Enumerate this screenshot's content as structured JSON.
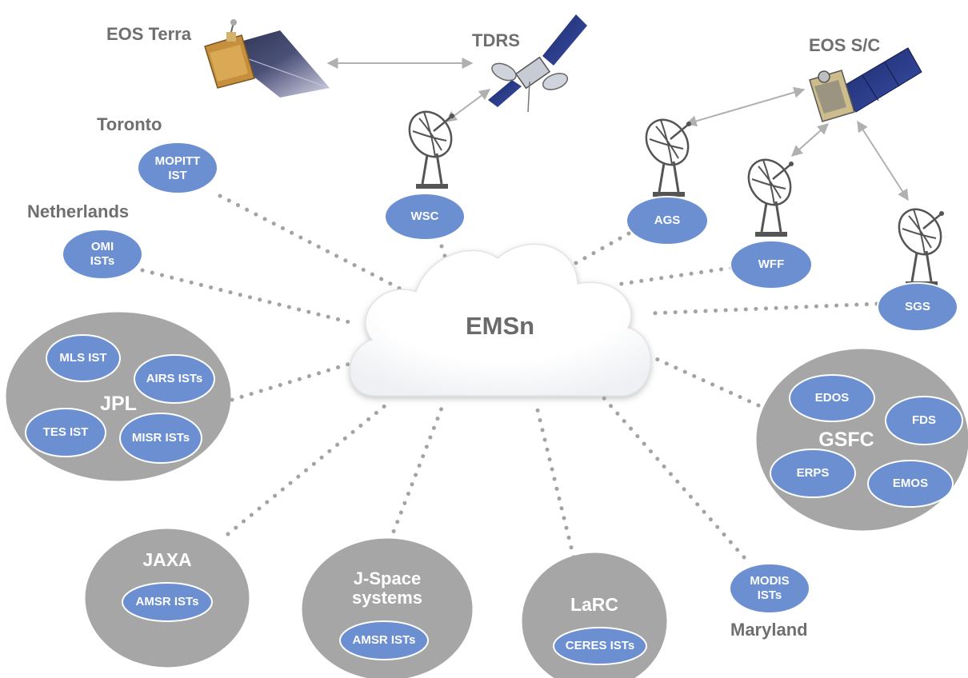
{
  "diagram": {
    "cloud_label": "EMSn",
    "spacecraft": {
      "eos_terra": "EOS Terra",
      "tdrs": "TDRS",
      "eos_sc": "EOS S/C"
    },
    "ground_stations": {
      "wsc": "WSC",
      "ags": "AGS",
      "wff": "WFF",
      "sgs": "SGS"
    },
    "toronto": {
      "site": "Toronto",
      "node": "MOPITT IST"
    },
    "netherlands": {
      "site": "Netherlands",
      "node": "OMI ISTs"
    },
    "jpl": {
      "site": "JPL",
      "mls": "MLS IST",
      "airs": "AIRS ISTs",
      "tes": "TES IST",
      "misr": "MISR ISTs"
    },
    "gsfc": {
      "site": "GSFC",
      "edos": "EDOS",
      "fds": "FDS",
      "erps": "ERPS",
      "emos": "EMOS"
    },
    "jaxa": {
      "site": "JAXA",
      "node": "AMSR ISTs"
    },
    "jspace": {
      "site": "J-Space systems",
      "node": "AMSR ISTs"
    },
    "larc": {
      "site": "LaRC",
      "node": "CERES ISTs"
    },
    "maryland": {
      "site": "Maryland",
      "node": "MODIS ISTs"
    }
  },
  "colors": {
    "node_blue": "#6b8fd0",
    "group_gray": "#a6a6a6",
    "label_gray": "#6f6f6f",
    "link_dots": "#a3a3a3",
    "cloud_white": "#ffffff"
  },
  "icons": [
    "satellite-icon",
    "satellite-dish-icon",
    "cloud-icon"
  ]
}
